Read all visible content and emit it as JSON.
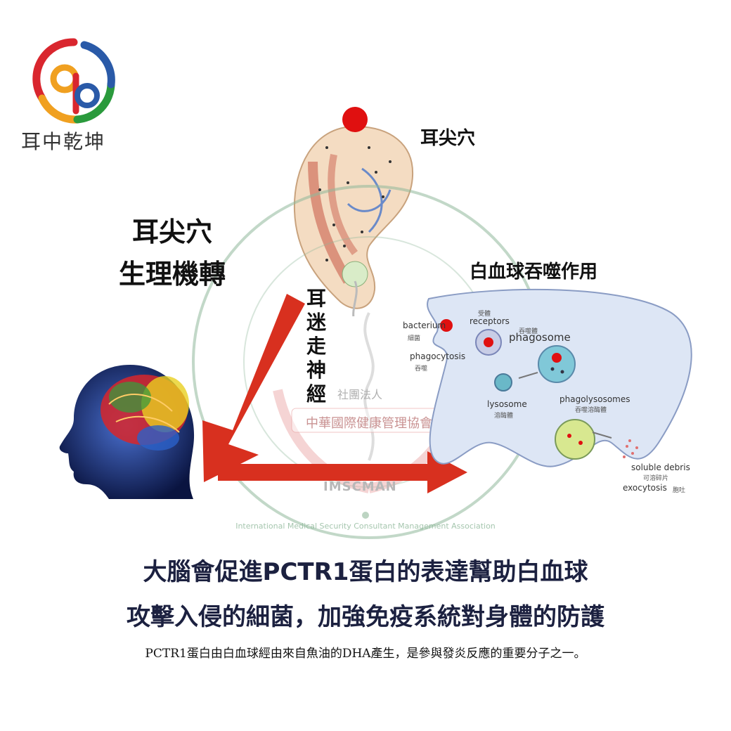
{
  "logo": {
    "name": "耳中乾坤",
    "colors": [
      "#d9262e",
      "#f0a020",
      "#2a9a3c",
      "#2a5aa8"
    ]
  },
  "ear_point_label": "耳尖穴",
  "mechanism_title": {
    "line1": "耳尖穴",
    "line2": "生理機轉"
  },
  "vagus_label": "耳迷走神經",
  "wbc_label": "白血球吞噬作用",
  "cell_labels": {
    "bacterium": "bacterium",
    "bacterium_cn": "細菌",
    "receptors_cn": "受體",
    "receptors": "receptors",
    "phagosome_cn": "吞噬體",
    "phagosome": "phagosome",
    "phagocytosis": "phagocytosis",
    "phagocytosis_cn": "吞噬",
    "lysosome": "lysosome",
    "lysosome_cn": "溶酶體",
    "phagolysosomes": "phagolysosomes",
    "phagolysosomes_cn": "吞噬溶酶體",
    "soluble_debris": "soluble debris",
    "soluble_debris_cn": "可溶碎片",
    "exocytosis": "exocytosis",
    "exocytosis_cn": "胞吐"
  },
  "watermark": {
    "ring_text": "International Medical Security Consultant Management Association",
    "org_type": "社團法人",
    "org_name": "中華國際健康管理協會",
    "abbr": "IMSCMAN"
  },
  "headline": {
    "line1": "大腦會促進PCTR1蛋白的表達幫助白血球",
    "line2": "攻擊入侵的細菌，加強免疫系統對身體的防護"
  },
  "footnote": "PCTR1蛋白由白血球經由來自魚油的DHA產生，是參與發炎反應的重要分子之一。",
  "colors": {
    "arrow": "#d8301f",
    "accent_dot": "#e01010",
    "headline": "#1c2140",
    "watermark": "#8fb89a"
  }
}
